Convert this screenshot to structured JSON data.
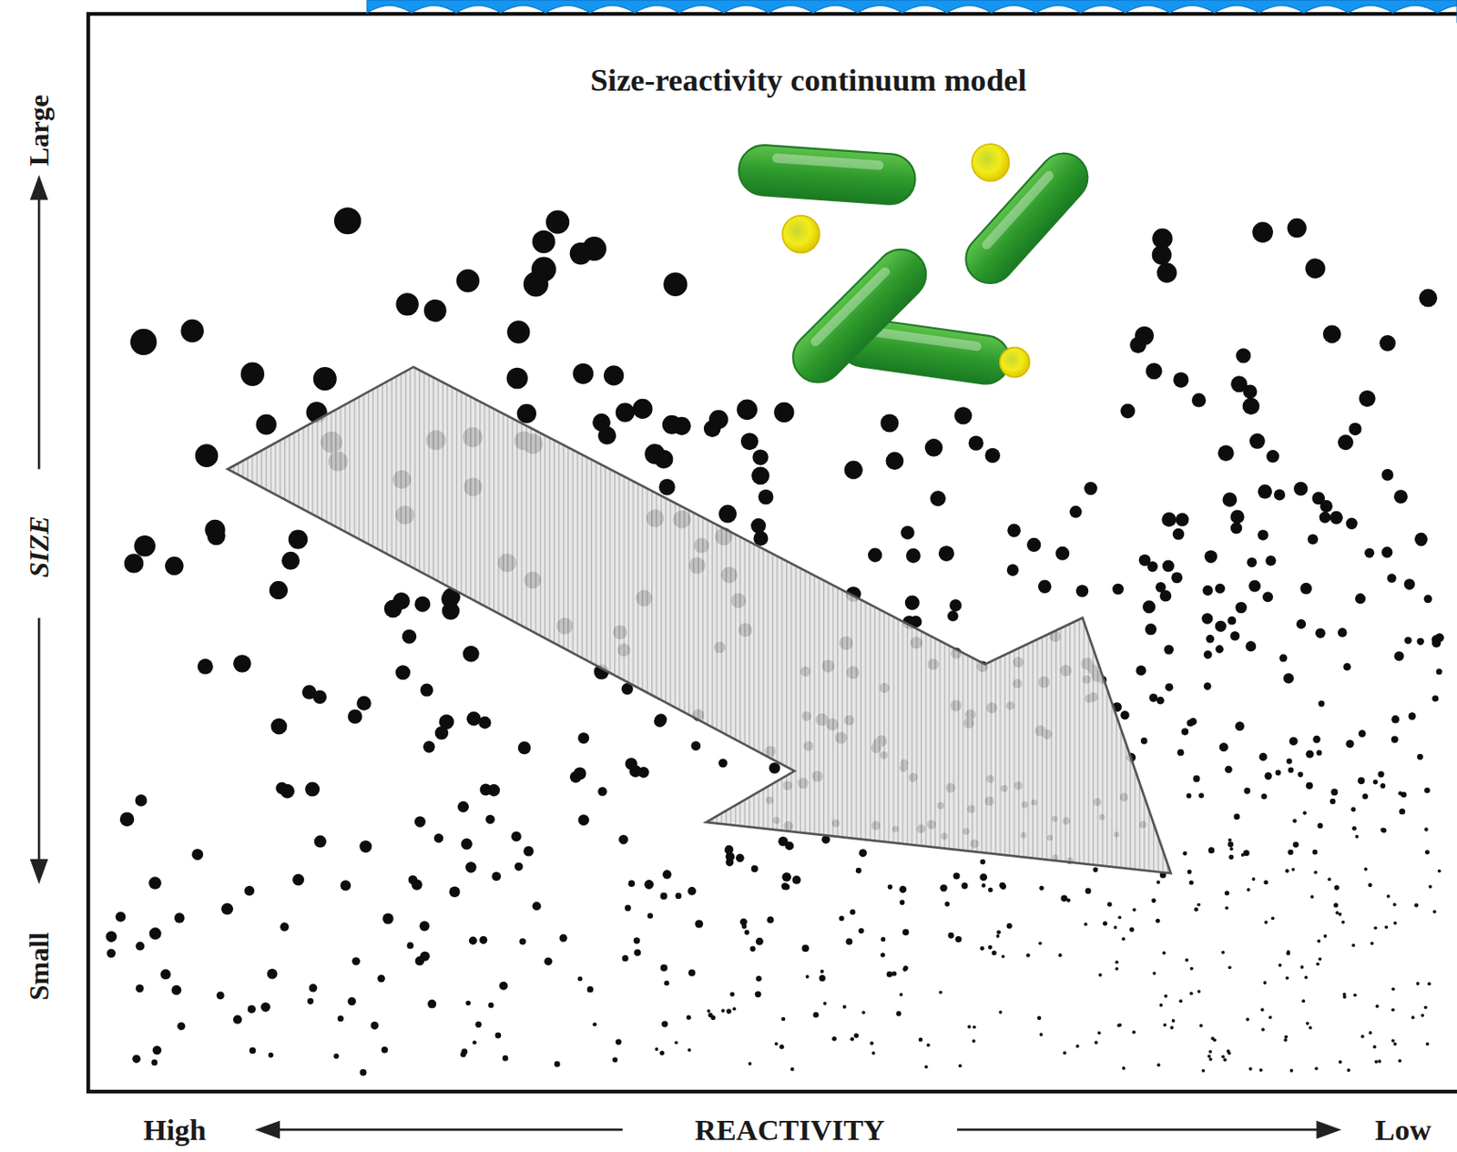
{
  "diagram": {
    "title": "Size-reactivity continuum model",
    "labels": [
      "Large",
      "SIZE",
      "Small",
      "High",
      "REACTIVITY",
      "Low"
    ]
  }
}
